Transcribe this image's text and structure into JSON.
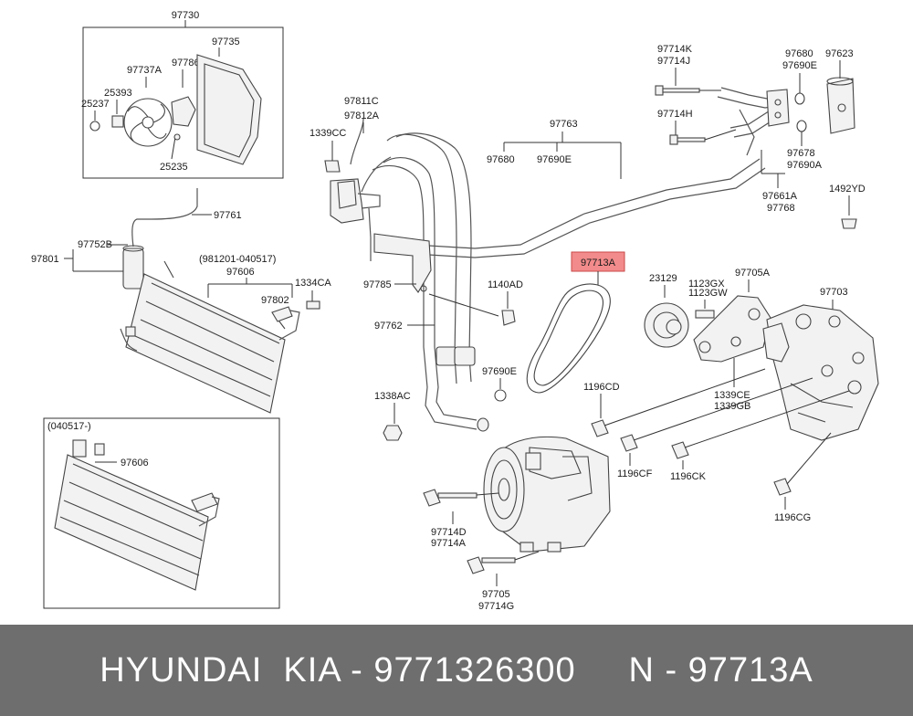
{
  "diagram": {
    "labels": {
      "l97730": "97730",
      "l97735": "97735",
      "l97737A": "97737A",
      "l97786": "97786",
      "l25393": "25393",
      "l25237": "25237",
      "l25235": "25235",
      "l97761": "97761",
      "l97752B": "97752B",
      "l97801": "97801",
      "lDate1": "(981201-040517)",
      "l97606a": "97606",
      "l1334CA": "1334CA",
      "l97802": "97802",
      "lDate2": "(040517-)",
      "l97606b": "97606",
      "l97811C": "97811C",
      "l97812A": "97812A",
      "l1339CC": "1339CC",
      "l97785": "97785",
      "l97762": "97762",
      "l1338AC": "1338AC",
      "l1140AD": "1140AD",
      "l97690Ea": "97690E",
      "l97763": "97763",
      "l97680a": "97680",
      "l97690Eb": "97690E",
      "l97714K": "97714K",
      "l97714J": "97714J",
      "l97714H": "97714H",
      "l97680b": "97680",
      "l97690Ec": "97690E",
      "l97623": "97623",
      "l97678": "97678",
      "l97690A": "97690A",
      "l97661A": "97661A",
      "l97768": "97768",
      "l1492YD": "1492YD",
      "l97713A": "97713A",
      "l23129": "23129",
      "l1123GX": "1123GX",
      "l1123GW": "1123GW",
      "l97705A": "97705A",
      "l97703": "97703",
      "l1339CE": "1339CE",
      "l1339GB": "1339GB",
      "l1196CD": "1196CD",
      "l1196CF": "1196CF",
      "l1196CK": "1196CK",
      "l1196CG": "1196CG",
      "l97714D": "97714D",
      "l97714A": "97714A",
      "l97705": "97705",
      "l97714G": "97714G"
    },
    "highlight_color": "#f28b8b"
  },
  "footer": {
    "text": "HYUNDAI  KIA - 9771326300     N - 97713A",
    "background": "#6e6e6e"
  }
}
